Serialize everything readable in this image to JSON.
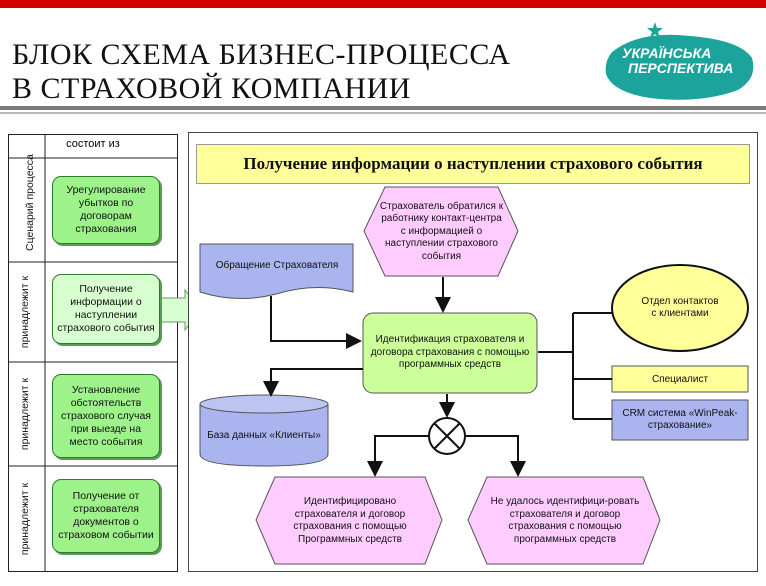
{
  "header": {
    "title_line1": "БЛОК СХЕМА БИЗНЕС-ПРОЦЕССА",
    "title_line2": "В СТРАХОВОЙ КОМПАНИИ",
    "logo_line1": "УКРАЇНСЬКА",
    "logo_line2": "ПЕРСПЕКТИВА",
    "accent_color": "#d40000"
  },
  "left_panel": {
    "column_header": "состоит из",
    "side_labels": [
      "Сценарий процесса",
      "принадлежит к",
      "принадлежит к",
      "принадлежит к"
    ],
    "items": [
      "Урегулирование убытков по договорам страхования",
      "Получение информации о наступлении страхового события",
      "Установление обстоятельств страхового случая при выезде на место события",
      "Получение от страхователя документов о страховом событии"
    ]
  },
  "diagram": {
    "banner": "Получение информации о наступлении страхового события",
    "event_top": "Страхователь обратился к работнику контакт-центра с информацией о наступлении страхового события",
    "document": "Обращение Страхователя",
    "function": "Идентификация страхователя и договора страхования с помощью программных средств",
    "org_unit": "Отдел контактов с клиентами",
    "role": "Специалист",
    "system": "CRM система «WinPeak-страхование»",
    "database": "База данных «Клиенты»",
    "event_left": "Идентифицировано страхователя и договор страхования с помощью Программных средств",
    "event_right": "Не удалось идентифици-ровать страхователя и договор страхования с помощью программных средств",
    "colors": {
      "event": "#ffccff",
      "function": "#ccff99",
      "document": "#aab4ee",
      "org_unit": "#ffff99",
      "banner": "#ffff99"
    }
  }
}
